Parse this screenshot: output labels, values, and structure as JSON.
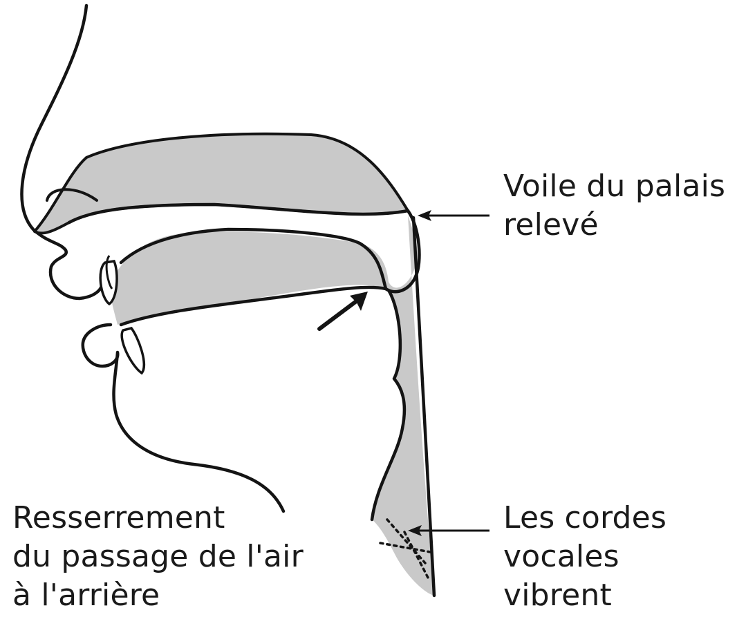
{
  "labels": {
    "soft_palate": {
      "line1": "Voile du palais",
      "line2": "relevé"
    },
    "vocal_cords": {
      "line1": "Les cordes",
      "line2": "vocales",
      "line3": "vibrent"
    },
    "constriction": {
      "line1": "Resserrement",
      "line2": "du passage de l'air",
      "line3": "à l'arrière"
    }
  },
  "colors": {
    "fill": "#c9c9c9",
    "stroke": "#141414",
    "background": "#ffffff"
  }
}
